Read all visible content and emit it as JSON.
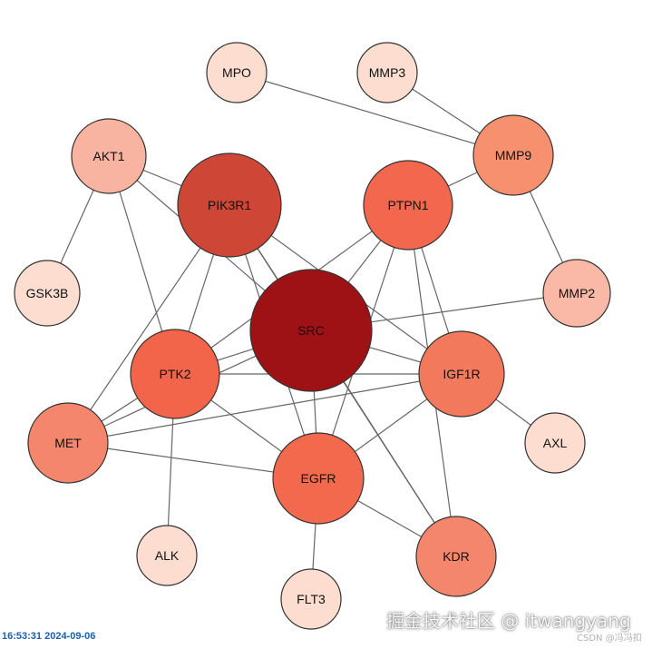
{
  "network": {
    "nodes": [
      {
        "id": "SRC",
        "label": "SRC",
        "color": "#9e1216"
      },
      {
        "id": "PIK3R1",
        "label": "PIK3R1",
        "color": "#cd4636"
      },
      {
        "id": "PTPN1",
        "label": "PTPN1",
        "color": "#f2674d"
      },
      {
        "id": "PTK2",
        "label": "PTK2",
        "color": "#f2654a"
      },
      {
        "id": "IGF1R",
        "label": "IGF1R",
        "color": "#f3795c"
      },
      {
        "id": "EGFR",
        "label": "EGFR",
        "color": "#f3694d"
      },
      {
        "id": "KDR",
        "label": "KDR",
        "color": "#f3866d"
      },
      {
        "id": "MET",
        "label": "MET",
        "color": "#f3866d"
      },
      {
        "id": "MMP9",
        "label": "MMP9",
        "color": "#f7906f"
      },
      {
        "id": "AKT1",
        "label": "AKT1",
        "color": "#f9b4a1"
      },
      {
        "id": "MMP2",
        "label": "MMP2",
        "color": "#f9b9a6"
      },
      {
        "id": "MPO",
        "label": "MPO",
        "color": "#fcddd0"
      },
      {
        "id": "MMP3",
        "label": "MMP3",
        "color": "#fcddd0"
      },
      {
        "id": "GSK3B",
        "label": "GSK3B",
        "color": "#fcddd0"
      },
      {
        "id": "AXL",
        "label": "AXL",
        "color": "#fcddd0"
      },
      {
        "id": "ALK",
        "label": "ALK",
        "color": "#fcddd0"
      },
      {
        "id": "FLT3",
        "label": "FLT3",
        "color": "#fcddd0"
      }
    ],
    "edges": [
      [
        "MPO",
        "MMP9"
      ],
      [
        "MMP3",
        "MMP9"
      ],
      [
        "MMP9",
        "MMP2"
      ],
      [
        "MMP9",
        "PTPN1"
      ],
      [
        "AKT1",
        "GSK3B"
      ],
      [
        "AKT1",
        "PIK3R1"
      ],
      [
        "AKT1",
        "SRC"
      ],
      [
        "AKT1",
        "PTK2"
      ],
      [
        "PIK3R1",
        "SRC"
      ],
      [
        "PIK3R1",
        "PTK2"
      ],
      [
        "PIK3R1",
        "EGFR"
      ],
      [
        "PIK3R1",
        "IGF1R"
      ],
      [
        "PIK3R1",
        "KDR"
      ],
      [
        "PIK3R1",
        "MET"
      ],
      [
        "PTPN1",
        "SRC"
      ],
      [
        "PTPN1",
        "PTK2"
      ],
      [
        "PTPN1",
        "EGFR"
      ],
      [
        "PTPN1",
        "IGF1R"
      ],
      [
        "PTPN1",
        "KDR"
      ],
      [
        "MMP2",
        "SRC"
      ],
      [
        "SRC",
        "PTK2"
      ],
      [
        "SRC",
        "IGF1R"
      ],
      [
        "SRC",
        "EGFR"
      ],
      [
        "SRC",
        "KDR"
      ],
      [
        "SRC",
        "MET"
      ],
      [
        "PTK2",
        "IGF1R"
      ],
      [
        "PTK2",
        "EGFR"
      ],
      [
        "PTK2",
        "MET"
      ],
      [
        "PTK2",
        "ALK"
      ],
      [
        "IGF1R",
        "EGFR"
      ],
      [
        "IGF1R",
        "AXL"
      ],
      [
        "IGF1R",
        "MET"
      ],
      [
        "EGFR",
        "KDR"
      ],
      [
        "EGFR",
        "FLT3"
      ],
      [
        "EGFR",
        "MET"
      ]
    ]
  },
  "footer": {
    "timestamp": "16:53:31 2024-09-06",
    "watermark": "掘金技术社区 @ itwangyang",
    "csdn_mark": "CSDN @冯冯扣"
  }
}
